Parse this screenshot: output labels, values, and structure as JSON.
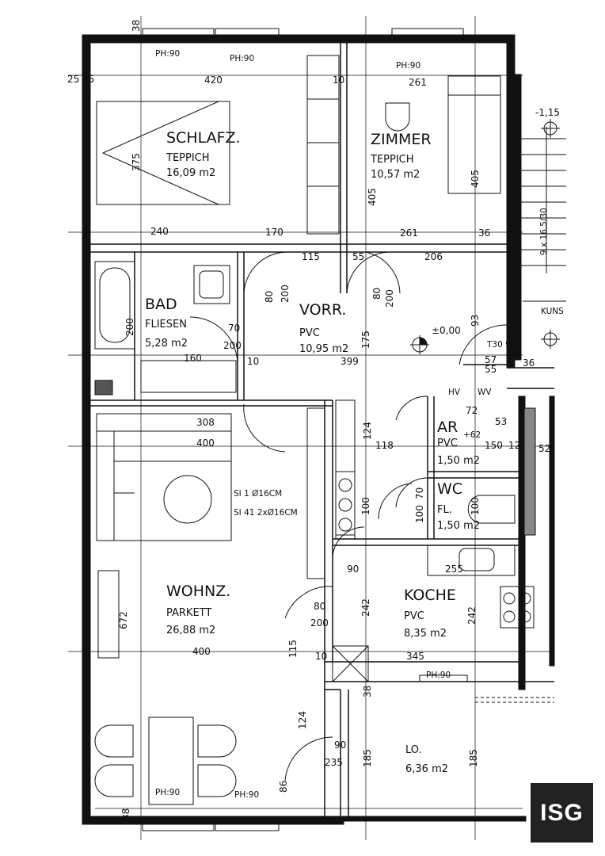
{
  "rooms": {
    "schlafz": {
      "name": "SCHLAFZ.",
      "floor": "TEPPICH",
      "area": "16,09 m2"
    },
    "zimmer": {
      "name": "ZIMMER",
      "floor": "TEPPICH",
      "area": "10,57 m2"
    },
    "bad": {
      "name": "BAD",
      "floor": "FLIESEN",
      "area": "5,28 m2"
    },
    "vorr": {
      "name": "VORR.",
      "floor": "PVC",
      "area": "10,95 m2"
    },
    "ar": {
      "name": "AR",
      "floor": "PVC",
      "area": "1,50 m2"
    },
    "wc": {
      "name": "WC",
      "floor": "FL.",
      "area": "1,50 m2"
    },
    "wohnz": {
      "name": "WOHNZ.",
      "floor": "PARKETT",
      "area": "26,88 m2"
    },
    "koche": {
      "name": "KOCHE",
      "floor": "PVC",
      "area": "8,35 m2"
    },
    "lo": {
      "name": "LO.",
      "area": "6,36 m2"
    }
  },
  "notes": {
    "si1": "SI 1  Ø16CM",
    "si41": "SI 41 2xØ16CM",
    "level0": "±0,00",
    "level_stair": "-1,15",
    "t30": "T30 90",
    "hv": "HV",
    "wv": "WV",
    "kuns": "KUNS",
    "stair": "9 x 16,5/30",
    "plus62": "+62"
  },
  "labels": {
    "ph90_a": "PH:90",
    "ph90_b": "PH:90",
    "ph90_c": "PH:90",
    "ph90_d": "PH:90",
    "ph90_e": "PH:90",
    "ph90_f": "PH:90"
  },
  "dims": {
    "d420": "420",
    "d261a": "261",
    "d261b": "261",
    "d240": "240",
    "d170": "170",
    "d206": "206",
    "d115": "115",
    "d55": "55",
    "d375": "375",
    "d405a": "405",
    "d405b": "405",
    "d399": "399",
    "d175": "175",
    "d93": "93",
    "d160": "160",
    "d200a": "200",
    "d70a": "70",
    "d200b": "200",
    "d308": "308",
    "d400a": "400",
    "d400b": "400",
    "d672": "672",
    "d124a": "124",
    "d118": "118",
    "d124b": "124",
    "d100a": "100",
    "d255": "255",
    "d242a": "242",
    "d242b": "242",
    "d345": "345",
    "d185a": "185",
    "d185b": "185",
    "d235": "235",
    "d90a": "90",
    "d80a": "80",
    "d200c": "200",
    "d86": "86",
    "d38a": "38",
    "d38b": "38",
    "d38c": "38",
    "d25a": "25",
    "d25b": "25",
    "d10a": "10",
    "d36a": "36",
    "d36b": "36",
    "d150": "150",
    "d12": "12",
    "d52": "52",
    "d53": "53",
    "d72": "72",
    "d57": "57",
    "d55b": "55",
    "d200d": "200",
    "d80b": "80",
    "d70b": "70",
    "d100b": "100",
    "d100c": "100",
    "d90b": "90",
    "d80c": "80",
    "d200e": "200",
    "d115b": "115",
    "d10b": "10",
    "d10c": "10"
  },
  "logo": "ISG"
}
